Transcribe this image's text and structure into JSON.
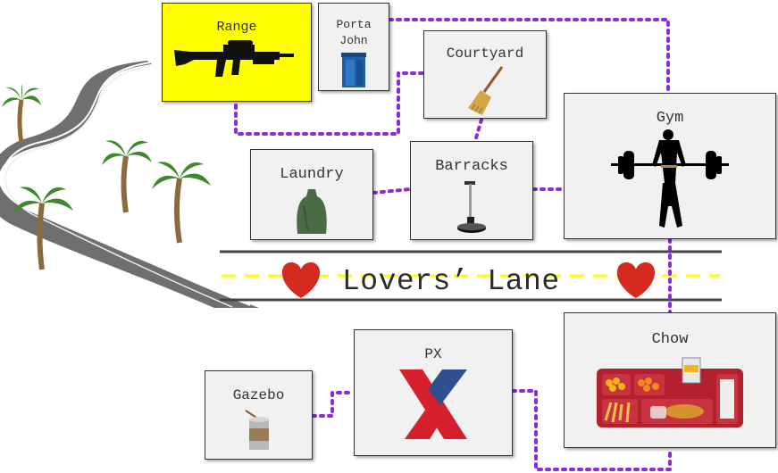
{
  "title": "",
  "locations": {
    "range": "Range",
    "porta_john": [
      "Porta",
      "John"
    ],
    "courtyard": "Courtyard",
    "laundry": "Laundry",
    "barracks": "Barracks",
    "gym": "Gym",
    "lane": "Lovers’ Lane",
    "chow": "Chow",
    "px": "PX",
    "gazebo": "Gazebo"
  },
  "icons": {
    "range": "rifle-icon",
    "porta_john": "porta-potty-icon",
    "courtyard": "broom-icon",
    "laundry": "laundry-bag-icon",
    "barracks": "floor-buffer-icon",
    "gym": "weightlifter-icon",
    "chow": "food-tray-icon",
    "px": "px-logo-icon",
    "gazebo": "can-icon",
    "road": "road-icon",
    "palm": "palm-tree-icon",
    "heart": "heart-icon"
  },
  "colors": {
    "range_fill": "#ffff00",
    "path": "#8a2be2",
    "lane_dash": "#ffff00",
    "heart": "#d42a20",
    "px_red": "#d6202e",
    "px_blue": "#2f4f8f"
  }
}
